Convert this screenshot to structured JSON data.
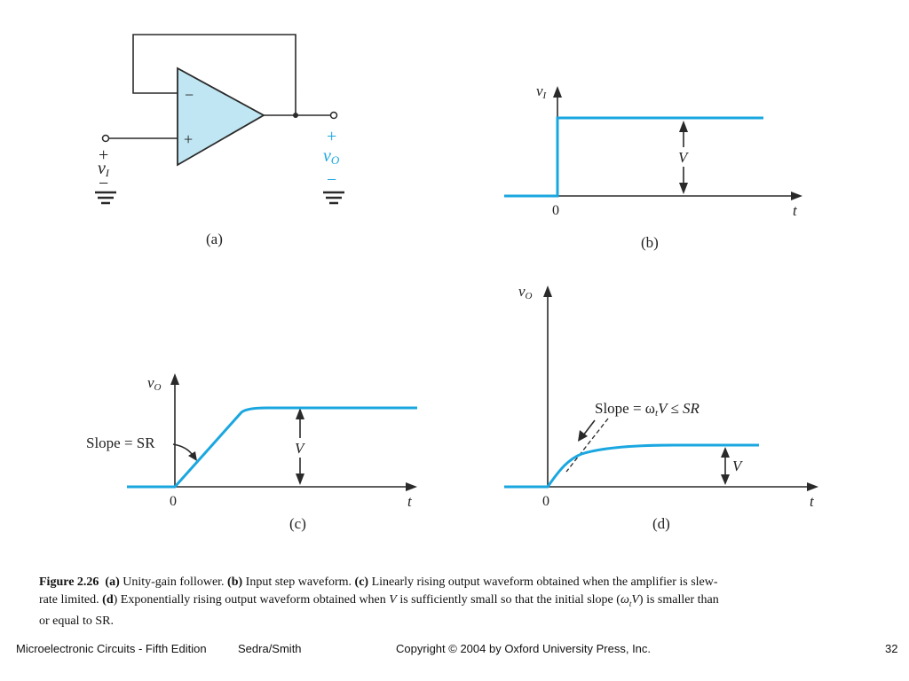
{
  "panel_a": {
    "minus_sign": "−",
    "plus_sign": "+",
    "input_plus": "+",
    "input_label": "v",
    "input_sub": "I",
    "input_minus": "−",
    "output_plus": "+",
    "output_label": "v",
    "output_sub": "O",
    "output_minus": "−",
    "caption": "(a)"
  },
  "panel_b": {
    "y_label": "v",
    "y_sub": "I",
    "x_label": "t",
    "origin": "0",
    "v_label": "V",
    "caption": "(b)"
  },
  "panel_c": {
    "y_label": "v",
    "y_sub": "O",
    "x_label": "t",
    "origin": "0",
    "v_label": "V",
    "slope_label": "Slope = SR",
    "caption": "(c)"
  },
  "panel_d": {
    "y_label": "v",
    "y_sub": "O",
    "x_label": "t",
    "origin": "0",
    "v_label": "V",
    "slope_label": "Slope = ω",
    "slope_sub": "t",
    "slope_rest": "V ≤ SR",
    "caption": "(d)"
  },
  "caption": {
    "fig": "Figure 2.26",
    "a": "(a)",
    "a_text": " Unity-gain follower. ",
    "b": "(b)",
    "b_text": " Input step waveform. ",
    "c": "(c)",
    "c_text": " Linearly rising output waveform obtained when the amplifier is slew-rate limited. ",
    "d": "(d",
    "d_text": ") Exponentially rising output waveform obtained when ",
    "v_ital": "V",
    "d_text2": " is sufficiently small so that the initial slope (",
    "w_ital": "ω",
    "w_sub": "t",
    "v2_ital": "V",
    "d_text3": ") is smaller than or equal to SR."
  },
  "footer": {
    "book": "Microelectronic Circuits - Fifth Edition",
    "authors": "Sedra/Smith",
    "copyright": "Copyright © 2004 by Oxford University Press, Inc.",
    "page": "32"
  },
  "colors": {
    "waveform": "#1aa7e0",
    "opamp_fill": "#bfe6f2",
    "line": "#2a2a2a"
  }
}
